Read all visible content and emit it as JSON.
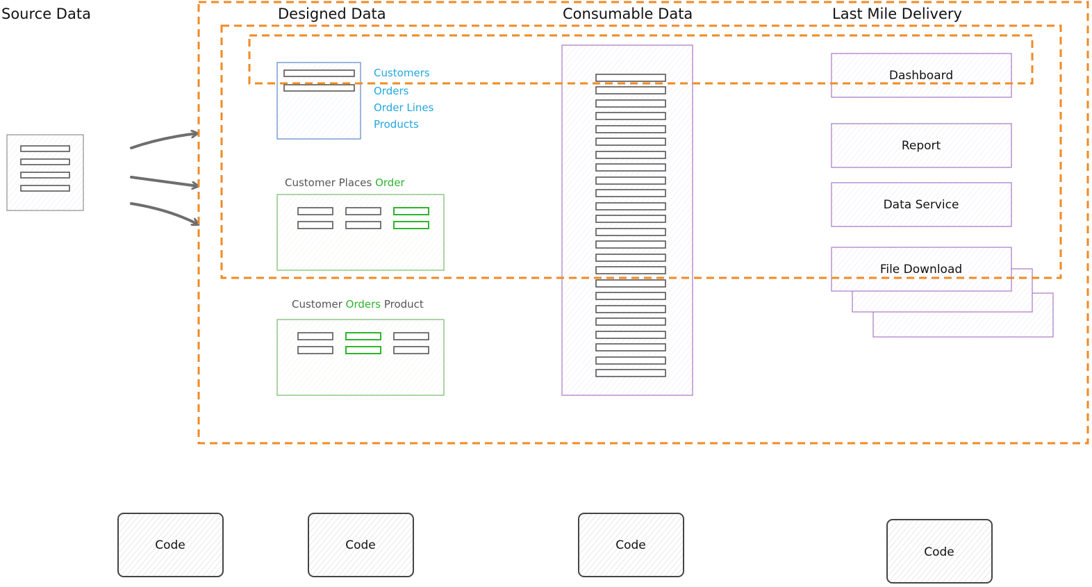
{
  "columns": {
    "source": "Source Data",
    "designed": "Designed Data",
    "consumable": "Consumable Data",
    "last_mile": "Last Mile Delivery"
  },
  "designed": {
    "entities": [
      "Customers",
      "Orders",
      "Order Lines",
      "Products"
    ],
    "model1": {
      "prefix": "Customer Places ",
      "highlight": "Order",
      "suffix": ""
    },
    "model2": {
      "prefix": "Customer ",
      "highlight": "Orders",
      "suffix": " Product"
    }
  },
  "delivery": {
    "dashboard": "Dashboard",
    "report": "Report",
    "data_service": "Data Service",
    "file_download": "File Download"
  },
  "code_blocks": [
    "Code",
    "Code",
    "Code",
    "Code"
  ],
  "colors": {
    "boundary": "#f08a24",
    "entity_text": "#22a7e0",
    "highlight": "#2db52d",
    "entity_box": "#5a86c8",
    "model_box": "#76b86a",
    "delivery_box": "#a674c4"
  }
}
